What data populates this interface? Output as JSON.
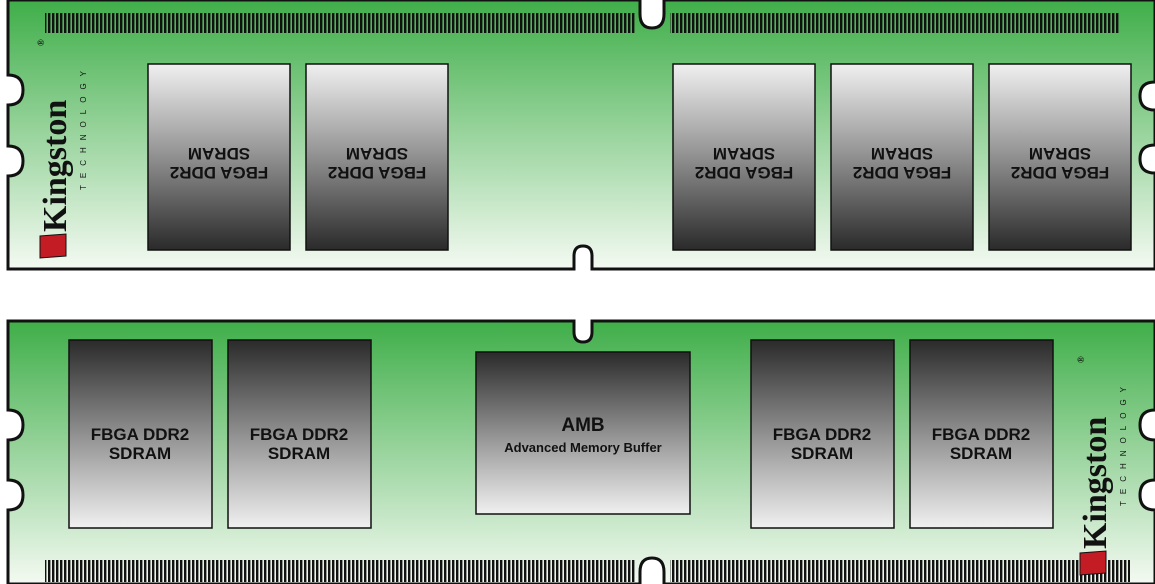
{
  "modules": [
    {
      "id": "top-module",
      "chips": [
        {
          "line1": "FBGA DDR2",
          "line2": "SDRAM"
        },
        {
          "line1": "FBGA DDR2",
          "line2": "SDRAM"
        },
        {
          "line1": "FBGA DDR2",
          "line2": "SDRAM"
        },
        {
          "line1": "FBGA DDR2",
          "line2": "SDRAM"
        },
        {
          "line1": "FBGA DDR2",
          "line2": "SDRAM"
        }
      ]
    },
    {
      "id": "bottom-module",
      "chips": [
        {
          "line1": "FBGA DDR2",
          "line2": "SDRAM"
        },
        {
          "line1": "FBGA DDR2",
          "line2": "SDRAM"
        },
        {
          "line1": "FBGA DDR2",
          "line2": "SDRAM"
        },
        {
          "line1": "FBGA DDR2",
          "line2": "SDRAM"
        }
      ],
      "amb": {
        "title": "AMB",
        "subtitle": "Advanced Memory Buffer"
      }
    }
  ],
  "logo": {
    "brand": "Kingston",
    "sub": "TECHNOLOGY",
    "registered": "®"
  },
  "colors": {
    "pcb_top": "#3fae49",
    "pcb_bottom": "#f2f9f1",
    "chip_dark": "#2a2a2a",
    "chip_light": "#efefef",
    "outline": "#111111"
  }
}
